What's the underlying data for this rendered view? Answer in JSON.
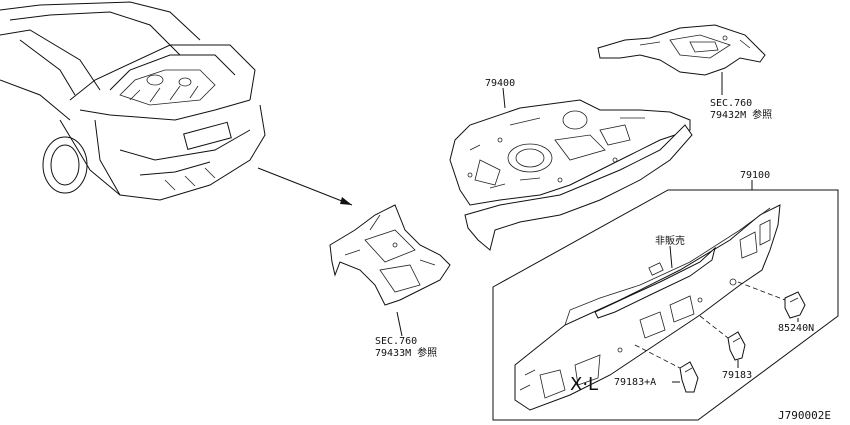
{
  "labels": {
    "p79400": "79400",
    "p79100": "79100",
    "sec1_line1": "SEC.760",
    "sec1_line2": "79432M 参照",
    "sec2_line1": "SEC.760",
    "sec2_line2": "79433M 参照",
    "not_for_sale": "非販売",
    "p85240N": "85240N",
    "p79183": "79183",
    "p79183A": "79183+A",
    "diagram_code": "J790002E"
  }
}
